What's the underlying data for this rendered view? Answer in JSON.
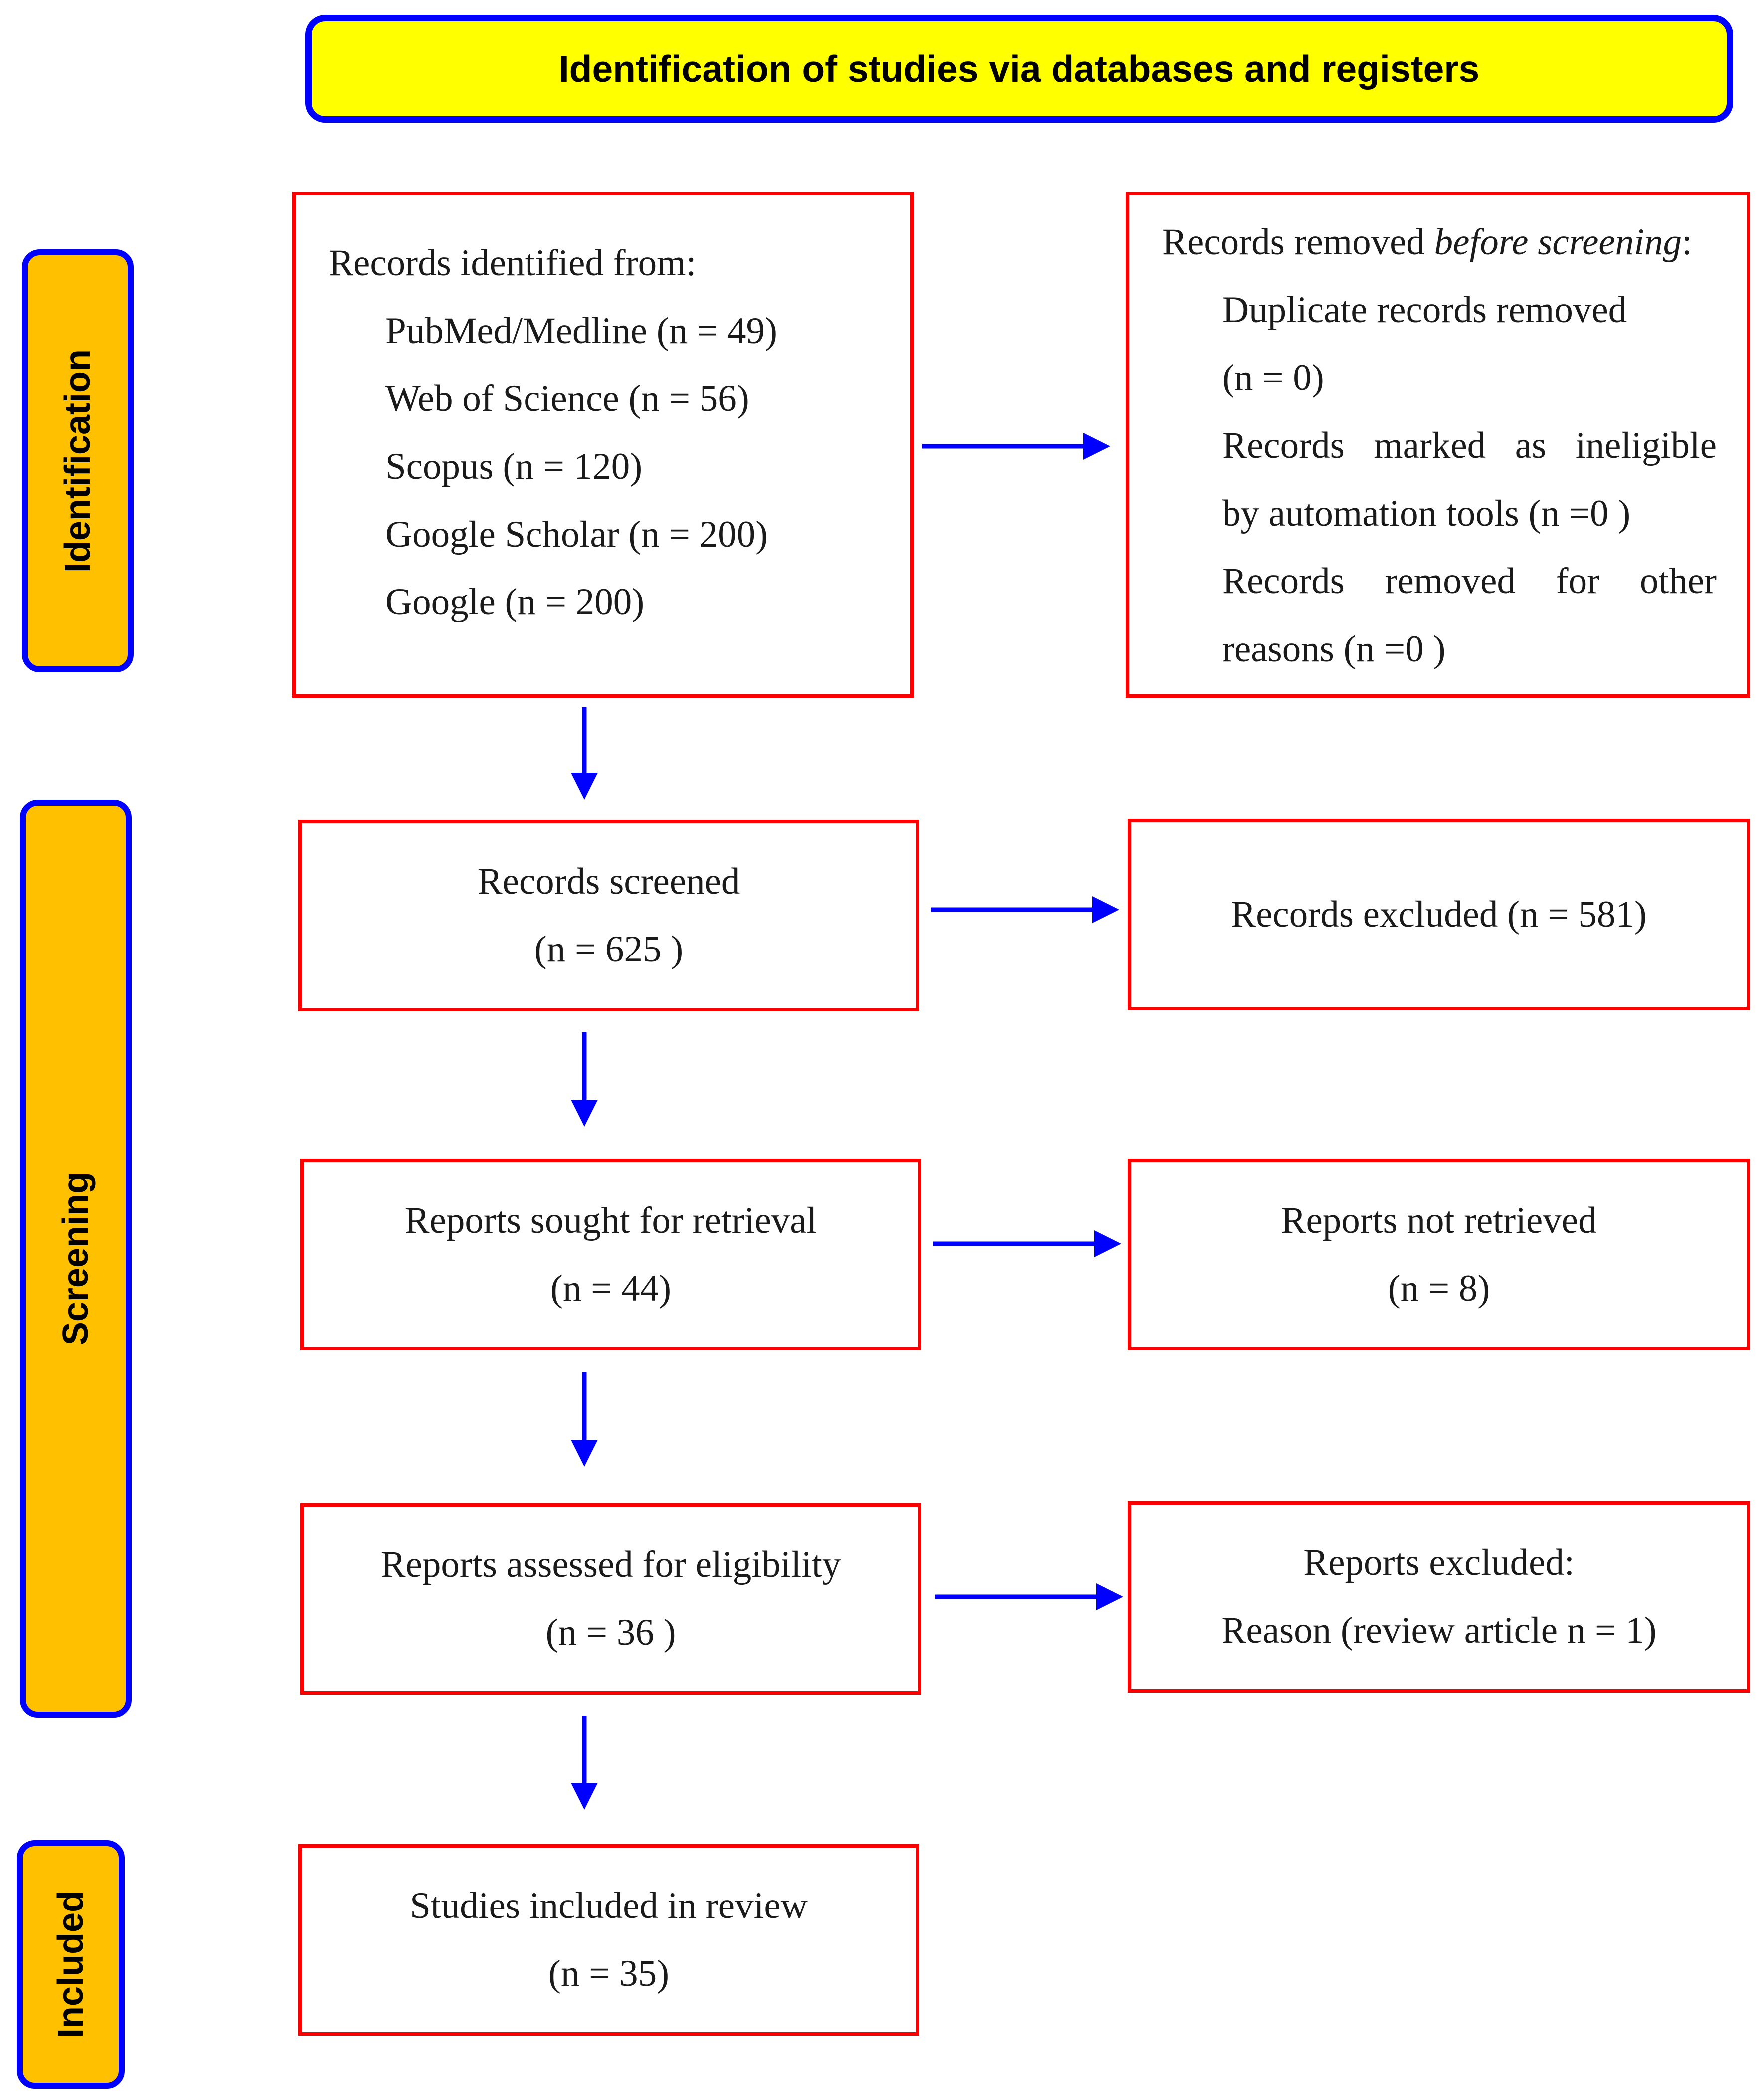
{
  "header": {
    "title": "Identification of studies via databases and registers"
  },
  "phases": {
    "identification": "Identification",
    "screening": "Screening",
    "included": "Included"
  },
  "colors": {
    "header_fill": "#ffff00",
    "phase_fill": "#ffc000",
    "frame_border": "#0000ff",
    "box_border": "#ff0000",
    "arrow": "#0000ff"
  },
  "identified": {
    "heading": "Records identified from:",
    "sources": [
      "PubMed/Medline (n = 49)",
      "Web of Science (n = 56)",
      "Scopus (n = 120)",
      "Google Scholar (n = 200)",
      "Google (n = 200)"
    ]
  },
  "removed": {
    "heading_prefix": "Records removed ",
    "heading_italic": "before screening",
    "heading_suffix": ":",
    "duplicate_label": "Duplicate records removed",
    "duplicate_count": "(n = 0)",
    "ineligible_words": [
      "Records",
      "marked",
      "as",
      "ineligible"
    ],
    "ineligible_tail": "by automation tools (n =0 )",
    "other_words": [
      "Records",
      "removed",
      "for",
      "other"
    ],
    "other_tail": "reasons (n =0 )"
  },
  "screened": {
    "label": "Records screened",
    "count": "(n = 625 )"
  },
  "excluded": {
    "label": "Records excluded (n = 581)"
  },
  "sought": {
    "label": "Reports sought for retrieval",
    "count": "(n = 44)"
  },
  "not_retrieved": {
    "label": "Reports not retrieved",
    "count": "(n = 8)"
  },
  "assessed": {
    "label": "Reports assessed for eligibility",
    "count": "(n = 36 )"
  },
  "reports_excluded": {
    "label": "Reports excluded:",
    "reason": "Reason (review article n = 1)"
  },
  "included": {
    "label": "Studies included in review",
    "count": "(n = 35)"
  }
}
